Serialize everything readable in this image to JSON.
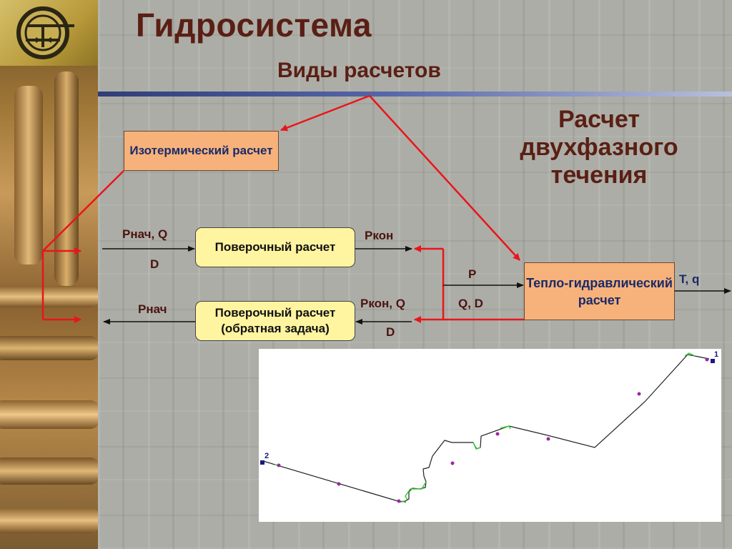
{
  "header": {
    "title": "Гидросистема",
    "subtitle": "Виды расчетов"
  },
  "two_phase_label": "Расчет двухфазного течения",
  "boxes": {
    "isothermal": "Изотермический расчет",
    "forward": "Поверочный расчет",
    "inverse": "Поверочный расчет (обратная задача)",
    "thermo": "Тепло-гидравлический расчет"
  },
  "labels": {
    "pnach_q": "Рнач, Q",
    "d_left": "D",
    "pkon_top": "Ркон",
    "pnach": "Рнач",
    "pkon_q": "Ркон, Q",
    "d_bottom": "D",
    "p": "P",
    "qd": "Q, D",
    "tq": "T, q"
  },
  "profile": {
    "node_start": "2",
    "node_end": "1"
  },
  "colors": {
    "title": "#5a1f14",
    "accent_red": "#e8161a",
    "box_orange": "#f6b27a",
    "box_yellow": "#fff4a0",
    "profile_line": "#222222",
    "profile_fitting": "#33cc33",
    "profile_marker": "#9a2aa0",
    "node_marker": "#1a1a80"
  }
}
